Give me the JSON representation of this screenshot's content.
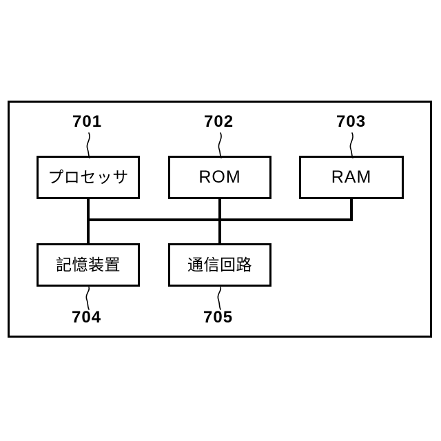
{
  "figure": {
    "title": "Figure 7 hardware configuration block diagram",
    "frame_label": "device-enclosure",
    "stroke_color": "#000000",
    "background_color": "#ffffff"
  },
  "nodes": [
    {
      "id": "processor",
      "label": "プロセッサ",
      "reference_numeral": "701",
      "script": "japanese"
    },
    {
      "id": "rom",
      "label": "ROM",
      "reference_numeral": "702",
      "script": "latin"
    },
    {
      "id": "ram",
      "label": "RAM",
      "reference_numeral": "703",
      "script": "latin"
    },
    {
      "id": "storage",
      "label": "記憶装置",
      "reference_numeral": "704",
      "script": "japanese"
    },
    {
      "id": "communication_circuit",
      "label": "通信回路",
      "reference_numeral": "705",
      "script": "japanese"
    }
  ],
  "reference_numerals": {
    "processor": "701",
    "rom": "702",
    "ram": "703",
    "storage": "704",
    "communication_circuit": "705"
  },
  "connections": {
    "bus_name": "system-bus",
    "links": [
      {
        "from": "processor",
        "to": "system-bus"
      },
      {
        "from": "rom",
        "to": "system-bus"
      },
      {
        "from": "ram",
        "to": "system-bus"
      },
      {
        "from": "system-bus",
        "to": "storage"
      },
      {
        "from": "system-bus",
        "to": "communication_circuit"
      }
    ]
  }
}
